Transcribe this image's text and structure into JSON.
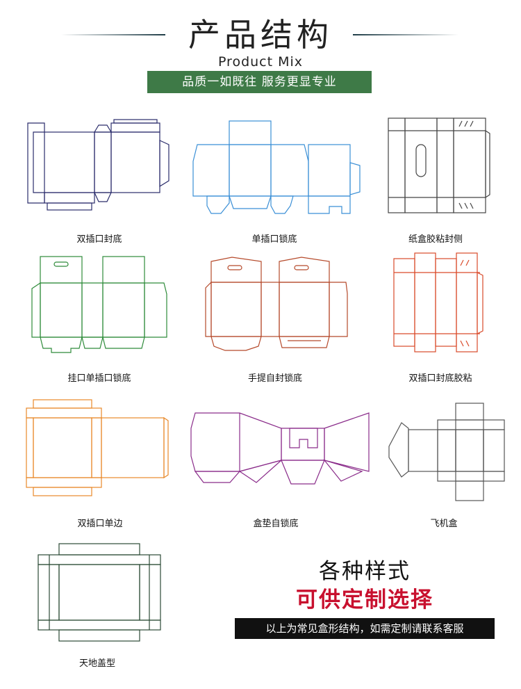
{
  "header": {
    "title": "产品结构",
    "subtitle": "Product Mix",
    "banner": "品质一如既往 服务更显专业",
    "banner_color": "#3e7a47"
  },
  "items": [
    {
      "label": "双插口封底",
      "color": "#2a2c6b"
    },
    {
      "label": "单插口锁底",
      "color": "#3a8fd6"
    },
    {
      "label": "纸盒胶粘封侧",
      "color": "#444444"
    },
    {
      "label": "挂口单插口锁底",
      "color": "#2e8b3a"
    },
    {
      "label": "手提自封锁底",
      "color": "#b5492a"
    },
    {
      "label": "双插口封底胶粘",
      "color": "#d94a2a"
    },
    {
      "label": "双插口单边",
      "color": "#e8892a"
    },
    {
      "label": "盒垫自锁底",
      "color": "#8a2c8a"
    },
    {
      "label": "飞机盒",
      "color": "#555555"
    },
    {
      "label": "天地盖型",
      "color": "#2b4a35"
    }
  ],
  "cta": {
    "line1": "各种样式",
    "line2": "可供定制选择",
    "note": "以上为常见盒形结构，如需定制请联系客服"
  }
}
